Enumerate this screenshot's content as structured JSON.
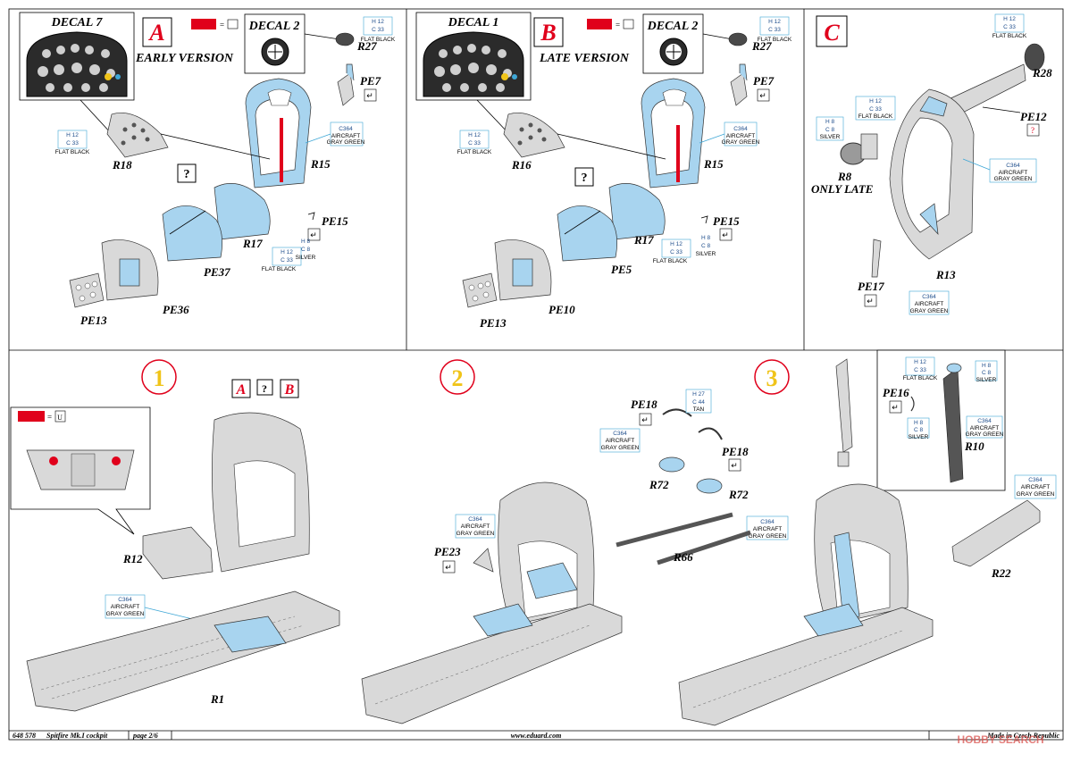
{
  "colors": {
    "red": "#e0001b",
    "blue_part": "#a8d4ef",
    "blue_line": "#3fa7d6",
    "step_yellow": "#f0c419"
  },
  "panels": {
    "a": {
      "letter": "A",
      "version": "EARLY VERSION",
      "decal_main": "DECAL 7",
      "decal_second": "DECAL 2",
      "parts": [
        "R27",
        "PE7",
        "R18",
        "R15",
        "PE15",
        "R17",
        "PE37",
        "PE36",
        "PE13"
      ]
    },
    "b": {
      "letter": "B",
      "version": "LATE VERSION",
      "decal_main": "DECAL 1",
      "decal_second": "DECAL 2",
      "parts": [
        "R27",
        "PE7",
        "R16",
        "R15",
        "PE15",
        "R17",
        "PE5",
        "PE10",
        "PE13"
      ]
    },
    "c": {
      "letter": "C",
      "parts": [
        "R28",
        "PE12",
        "R8",
        "R13",
        "PE17"
      ],
      "note": "ONLY LATE"
    }
  },
  "paint": {
    "h12": "H 12",
    "c33": "C 33",
    "flat_black": "FLAT BLACK",
    "c364": "C364",
    "aircraft": "AIRCRAFT",
    "gray_green": "GRAY GREEN",
    "h8": "H 8",
    "c8": "C 8",
    "silver": "SILVER",
    "h27": "H 27",
    "c44": "C 44",
    "tan": "TAN"
  },
  "glyphs": {
    "question": "?",
    "check": "↵",
    "equals": "=",
    "paint_u": "U"
  },
  "steps": {
    "s1": {
      "number": "1",
      "parts": [
        "R12",
        "R1"
      ],
      "opts": [
        "A",
        "?",
        "B"
      ]
    },
    "s2": {
      "number": "2",
      "parts": [
        "PE18",
        "PE18",
        "R72",
        "R72",
        "PE23",
        "R66"
      ]
    },
    "s3": {
      "number": "3",
      "parts": [
        "PE16",
        "R10",
        "R22"
      ]
    }
  },
  "footer": {
    "code": "648 578",
    "title": "Spitfire Mk.I cockpit",
    "page": "page 2/6",
    "url": "www.eduard.com",
    "made": "Made in Czech Republic",
    "watermark": "HOBBY SEARCH"
  }
}
